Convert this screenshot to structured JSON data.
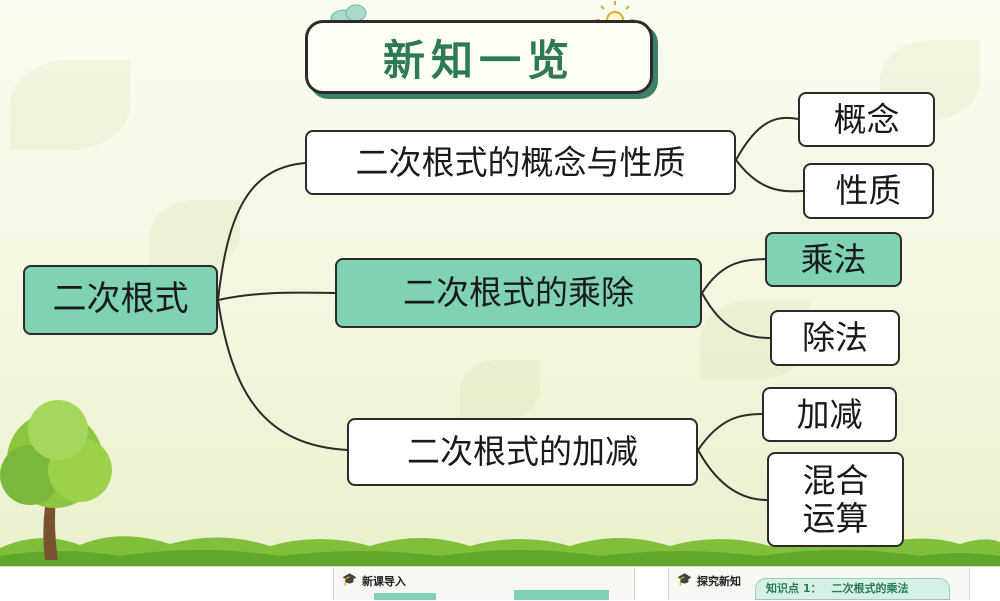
{
  "title": "新知一览",
  "root": {
    "label": "二次根式"
  },
  "branches": [
    {
      "label": "二次根式的概念与性质",
      "highlighted": false,
      "children": [
        "概念",
        "性质"
      ]
    },
    {
      "label": "二次根式的乘除",
      "highlighted": true,
      "children": [
        "乘法",
        "除法"
      ]
    },
    {
      "label": "二次根式的加减",
      "highlighted": false,
      "children": [
        "加减",
        "混合\n运算"
      ]
    }
  ],
  "highlighted_leaf": "乘法",
  "bottom_bar": {
    "thumb1_label": "新课导入",
    "thumb2_label": "探究新知",
    "knowledge_point_label": "知识点 1：",
    "knowledge_point_title": "二次根式的乘法"
  },
  "colors": {
    "accent": "#7fd3b3",
    "title_text": "#2e7a55",
    "title_shadow": "#3d8069",
    "line": "#2b2b2b"
  },
  "icons": [
    "cloud-icon",
    "sun-icon",
    "tree-icon",
    "grass-decoration"
  ]
}
